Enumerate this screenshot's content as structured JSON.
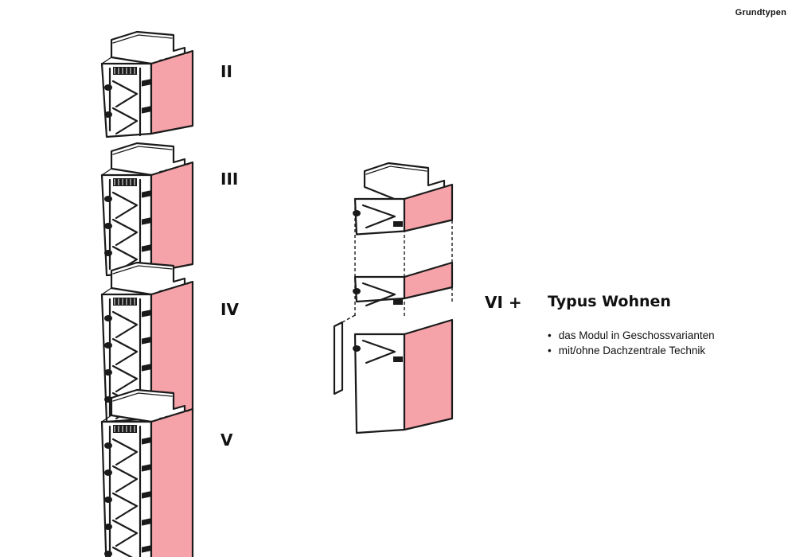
{
  "page": {
    "label": "Grundtypen"
  },
  "colors": {
    "accent": "#f5a3a8",
    "ink": "#1a1a1a"
  },
  "types": [
    {
      "id": "II",
      "label": "II",
      "floors": 2
    },
    {
      "id": "III",
      "label": "III",
      "floors": 3
    },
    {
      "id": "IV",
      "label": "IV",
      "floors": 4
    },
    {
      "id": "V",
      "label": "V",
      "floors": 5
    }
  ],
  "stack": {
    "label": "VI +"
  },
  "info": {
    "title": "Typus Wohnen",
    "bullets": [
      "das Modul in Geschossvarianten",
      "mit/ohne Dachzentrale Technik"
    ]
  }
}
